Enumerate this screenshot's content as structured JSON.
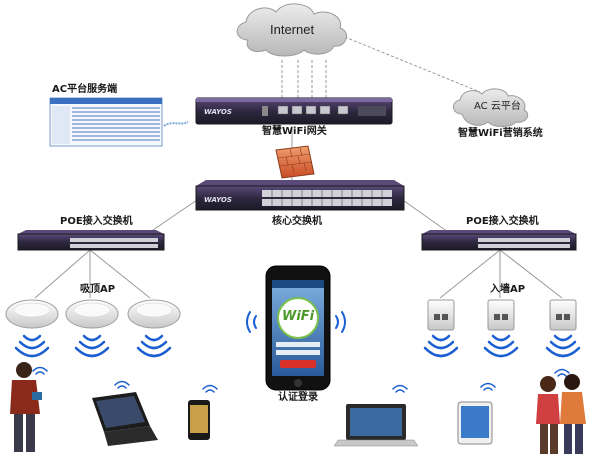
{
  "cloud_label": "Internet",
  "ac_cloud_label": "AC 云平台",
  "labels": {
    "ac_server": "AC平台服务端",
    "gateway": "智慧WiFi网关",
    "marketing": "智慧WiFi营销系统",
    "core_switch": "核心交换机",
    "poe_left": "POE接入交换机",
    "poe_right": "POE接入交换机",
    "ceiling_ap": "吸顶AP",
    "wall_ap": "入墙AP",
    "auth_login": "认证登录"
  },
  "brand": "WAYOS",
  "phone_wifi_text": "WiFi",
  "colors": {
    "device_dark": "#2a2a3a",
    "device_purple": "#4a3a6a",
    "wifi_blue": "#1a5fd1",
    "firewall": "#d9653b",
    "line": "#8c8c8c"
  }
}
